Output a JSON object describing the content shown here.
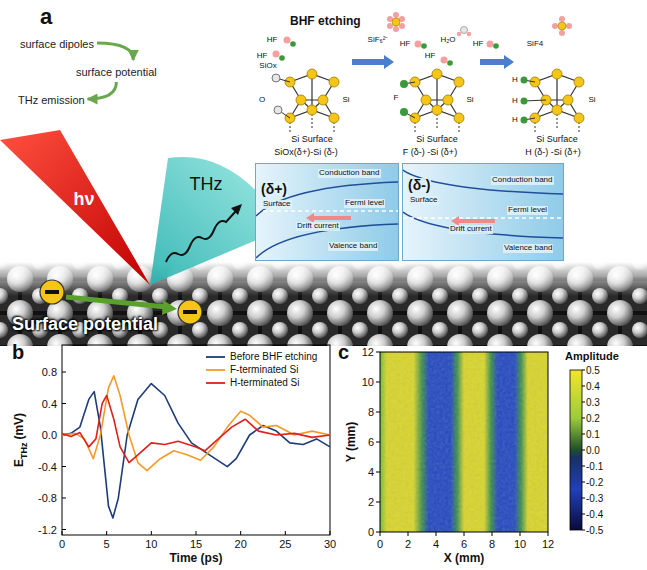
{
  "diagram": {
    "nodes": [
      {
        "text": [
          "surface dipoles"
        ]
      },
      {
        "text": [
          "surface potential"
        ]
      },
      {
        "text": [
          "THz emission"
        ]
      },
      {
        "text": [
          "(δ+)",
          "Surface",
          "Conduction band",
          "Fermi level",
          "Drift current",
          "Valence band"
        ]
      },
      {
        "text": [
          "(δ-)",
          "Surface",
          "Conduction band",
          "Fermi level",
          "Drift current",
          "Valence band"
        ]
      }
    ],
    "edges": [
      {
        "from": 0,
        "to": 1,
        "arrow": "to"
      },
      {
        "from": 1,
        "to": 2,
        "arrow": "to"
      }
    ],
    "labels": [
      "a",
      "hν",
      "THz",
      "Surface potential",
      "BHF etching",
      "HF",
      "HF",
      "HF",
      "HF",
      "HF",
      "SiF₆²⁻",
      "H₂O",
      "SiF4",
      "SiOx",
      "O",
      "Si",
      "F",
      "Si",
      "H",
      "H",
      "H",
      "Si",
      "Si Surface",
      "Si Surface",
      "Si Surface",
      "SiOx(δ+)-Si (δ-)",
      "F (δ-) -Si (δ+)",
      "H (δ-) -Si (δ+)",
      "b",
      "E",
      "THz",
      "(mV)",
      "0.8",
      "0.4",
      "0.0",
      "-0.4",
      "-0.8",
      "-1.2",
      "0",
      "5",
      "10",
      "15",
      "20",
      "25",
      "30",
      "Time (ps)",
      "c",
      "0",
      "2",
      "4",
      "6",
      "8",
      "10",
      "12",
      "Y (mm)",
      "0",
      "2",
      "4",
      "6",
      "8",
      "10",
      "12",
      "X (mm)",
      "Amplitude",
      "0.5",
      "0.4",
      "0.3",
      "0.2",
      "0.1",
      "0.0",
      "-0.1",
      "-0.2",
      "-0.3",
      "-0.4",
      "-0.5"
    ],
    "legend": [
      {
        "text": "Before BHF etching"
      },
      {
        "text": "F-terminated Si"
      },
      {
        "text": "H-terminated Si"
      }
    ]
  }
}
